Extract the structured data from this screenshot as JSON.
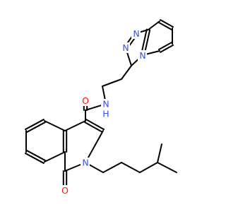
{
  "molecule": {
    "colors": {
      "bond": "#000000",
      "nitrogen": "#3050f8",
      "oxygen": "#ff0d0d",
      "background": "#ffffff"
    },
    "labels": {
      "n_triazole_top": "N",
      "n_triazole_left": "N",
      "n_triazole_fused": "N",
      "n_amide": "N",
      "h_amide": "H",
      "o_amide": "O",
      "n_ring": "N",
      "o_ketone": "O"
    }
  }
}
